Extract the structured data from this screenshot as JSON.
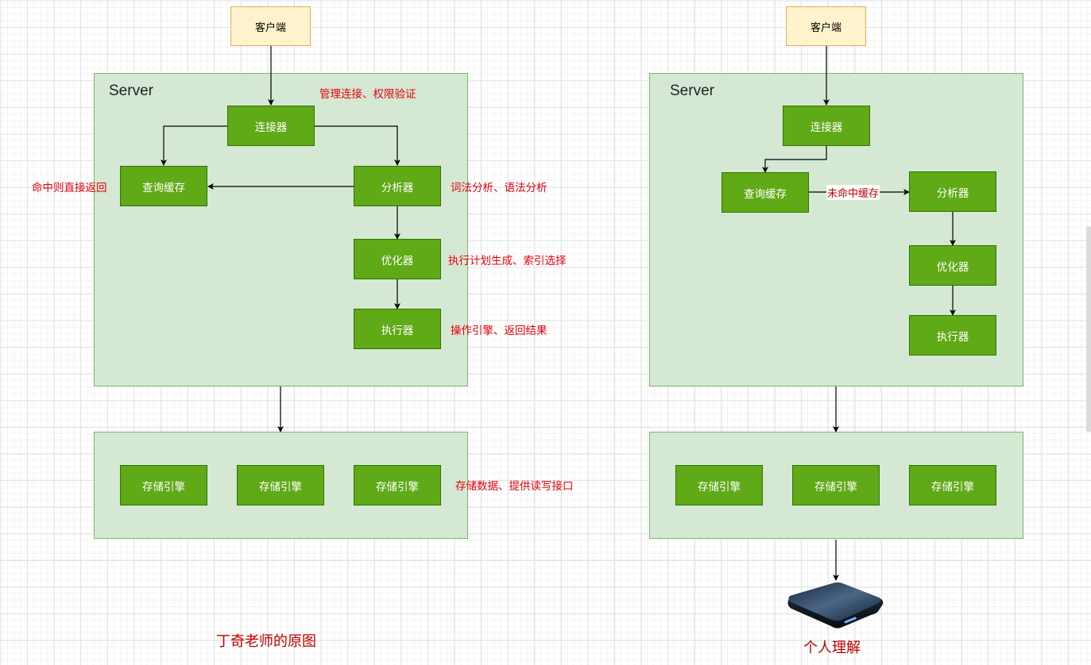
{
  "left_diagram": {
    "client": "客户端",
    "server_title": "Server",
    "nodes": {
      "connector": "连接器",
      "query_cache": "查询缓存",
      "analyzer": "分析器",
      "optimizer": "优化器",
      "executor": "执行器"
    },
    "storage_engines": [
      "存储引擎",
      "存储引擎",
      "存储引擎"
    ],
    "notes": {
      "connector": "管理连接、权限验证",
      "query_cache": "命中则直接返回",
      "analyzer": "词法分析、语法分析",
      "optimizer": "执行计划生成、索引选择",
      "executor": "操作引擎、返回结果",
      "storage": "存储数据、提供读写接口"
    },
    "caption": "丁奇老师的原图"
  },
  "right_diagram": {
    "client": "客户端",
    "server_title": "Server",
    "nodes": {
      "connector": "连接器",
      "query_cache": "查询缓存",
      "analyzer": "分析器",
      "optimizer": "优化器",
      "executor": "执行器"
    },
    "edge_label": "未命中缓存",
    "storage_engines": [
      "存储引擎",
      "存储引擎",
      "存储引擎"
    ],
    "disk_icon": "hard-drive-icon",
    "caption": "个人理解"
  },
  "colors": {
    "node_fill": "#60a917",
    "container_fill": "#d5e8d4",
    "client_fill": "#fff2cc",
    "note_text": "#e6000a"
  }
}
